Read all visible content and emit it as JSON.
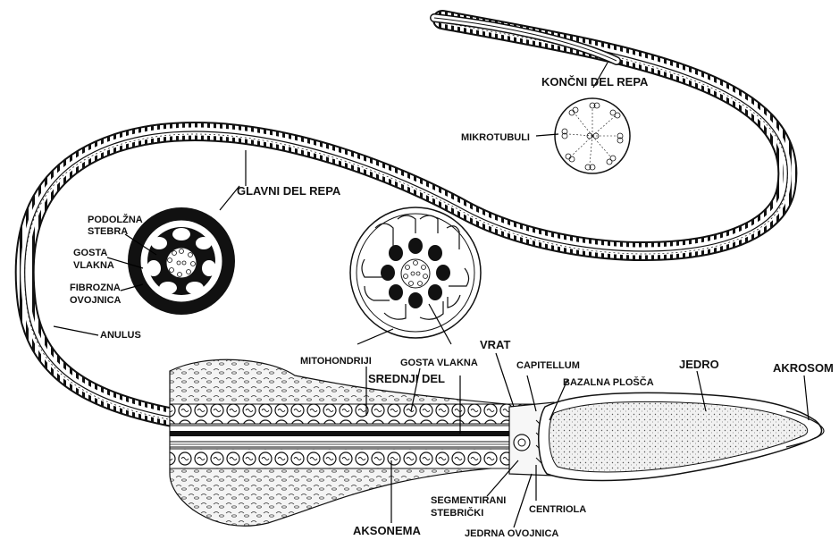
{
  "labels": {
    "koncni_del_repa": "KONČNI DEL REPA",
    "mikrotubuli": "MIKROTUBULI",
    "glavni_del_repa": "GLAVNI DEL REPA",
    "podolzna_1": "PODOLŽNA",
    "podolzna_2": "STEBRA",
    "gosta_1": "GOSTA",
    "gosta_2": "VLAKNA",
    "fibrozna_1": "FIBROZNA",
    "fibrozna_2": "OVOJNICA",
    "anulus": "ANULUS",
    "mitohondriji": "MITOHONDRIJI",
    "gosta_vlakna": "GOSTA VLAKNA",
    "vrat": "VRAT",
    "capitellum": "CAPITELLUM",
    "srednji_del": "SREDNJI DEL",
    "jedro": "JEDRO",
    "akrosom": "AKROSOM",
    "bazalna_plosca": "BAZALNA PLOŠČA",
    "segmentirani_1": "SEGMENTIRANI",
    "segmentirani_2": "STEBRIČKI",
    "centriola": "CENTRIOLA",
    "aksonema": "AKSONEMA",
    "jedrna_ovojnica": "JEDRNA OVOJNICA"
  },
  "colors": {
    "ink": "#111111",
    "paper": "#ffffff",
    "head_fill": "#e4e4e4"
  }
}
